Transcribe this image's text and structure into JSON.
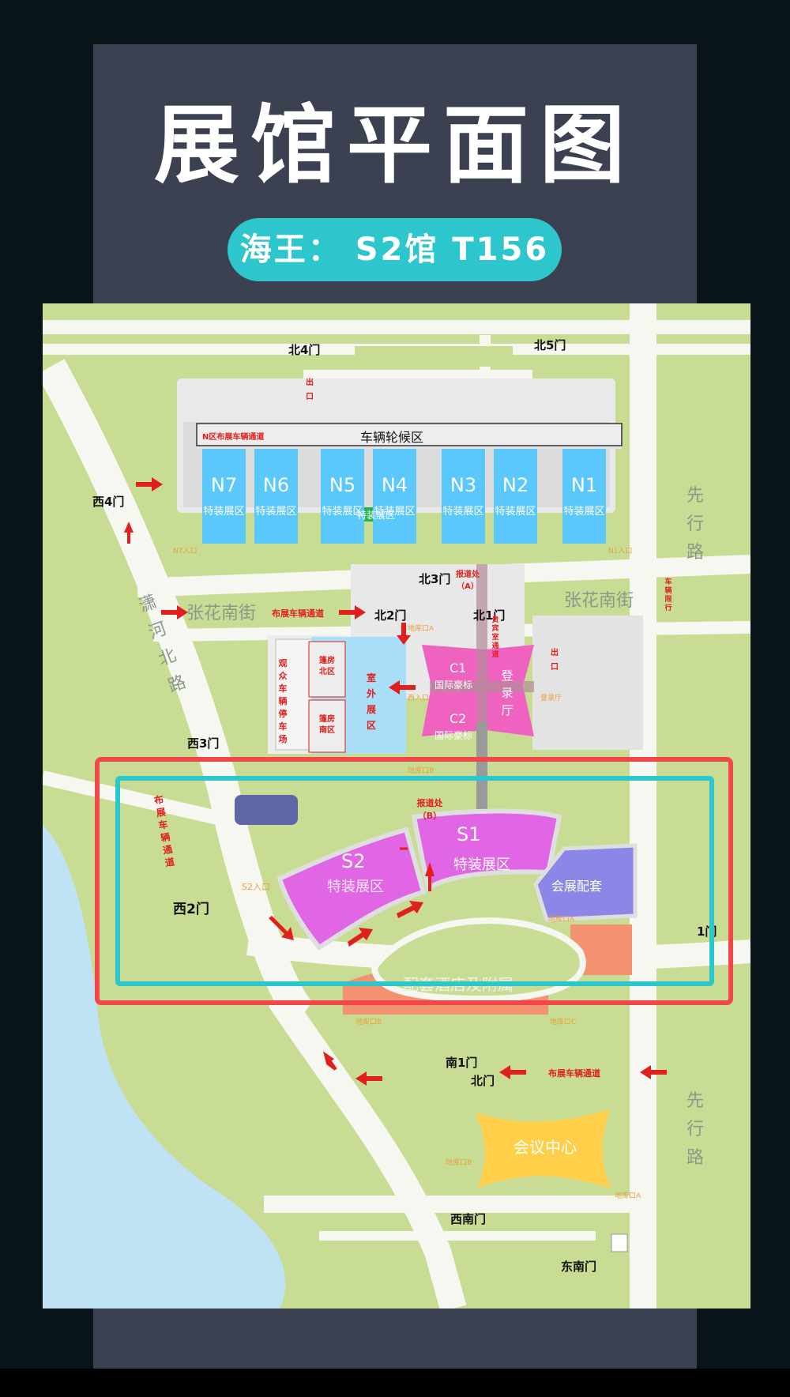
{
  "title": "展馆平面图",
  "booth_pill": "海王： S2馆 T156",
  "colors": {
    "background": "#081417",
    "panel": "#3b4151",
    "accent_cyan": "#2dc6cc",
    "highlight_red": "#f0474b",
    "n_halls": "#5ac8fa",
    "c_halls": "#f062c0",
    "s_halls": "#e066e6",
    "conference": "#ffcf4a",
    "support": "#8c86e6",
    "green_area": "#c8dc94"
  },
  "map": {
    "gates": {
      "north4": "北4门",
      "north5": "北5门",
      "west4": "西4门",
      "north3": "北3门",
      "north2": "北2门",
      "north1": "北1门",
      "west3": "西3门",
      "west2": "西2门",
      "south1": "南1门",
      "north_gate": "北门",
      "southwest": "西南门",
      "southeast": "东南门",
      "east_partial": "1门"
    },
    "roads": {
      "zhanghua_west": "张花南街",
      "zhanghua_east": "张花南街",
      "xiaohe_north": "潇河北路",
      "xianxing_top": "先行路",
      "xianxing_bottom": "先行路"
    },
    "vehicle_waiting": "车辆轮候区",
    "n_lane": "N区布展车辆通道",
    "n_halls": [
      {
        "code": "N7",
        "label": "特装展区"
      },
      {
        "code": "N6",
        "label": "特装展区"
      },
      {
        "code": "N5",
        "label": "特装展区"
      },
      {
        "code": "N4",
        "label": "特装展区"
      },
      {
        "code": "N3",
        "label": "特装展区"
      },
      {
        "code": "N2",
        "label": "特装展区"
      },
      {
        "code": "N1",
        "label": "特装展区"
      }
    ],
    "n7_entry": "N7入口",
    "n1_entry": "N1入口",
    "green_zone": "特装展区",
    "exit": "出口",
    "exit_right": "出口",
    "report_a": "报道处（A）",
    "report_b": "报道处（B）",
    "vip_channel": "贵宾室通道",
    "build_lane_mid": "布展车辆通道",
    "build_lane_bottom": "布展车辆通道",
    "build_lane_left": "布展车辆通道",
    "vehicle_no_entry": "车辆限行",
    "parking": "观众车辆停车场",
    "tent_north": "篷房北区",
    "tent_south": "篷房南区",
    "outdoor": "室外展区",
    "c1": {
      "code": "C1",
      "label": "国际豪标"
    },
    "c2": {
      "code": "C2",
      "label": "国际豪标"
    },
    "login_hall": "登录厅",
    "west_entry": "西入口",
    "login_entry": "登录厅",
    "garage_a_top": "地库口A",
    "garage_b_top": "地库口B",
    "garage_a_mid": "地库口A",
    "garage_b_bottom": "地库口B",
    "garage_c": "地库口C",
    "garage_b_conf": "地库口B",
    "garage_a_conf": "地库口A",
    "s1": {
      "code": "S1",
      "label": "特装展区"
    },
    "s2": {
      "code": "S2",
      "label": "特装展区"
    },
    "s2_entry": "S2入口",
    "support": "会展配套",
    "hotel": "配套酒店及附属",
    "conference": "会议中心"
  }
}
